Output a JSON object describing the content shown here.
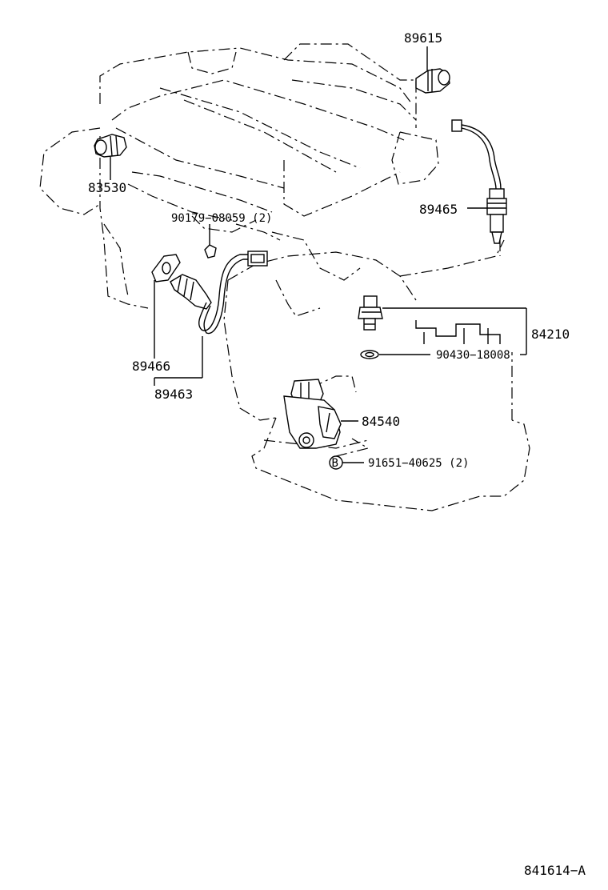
{
  "diagram": {
    "parts": [
      {
        "id": "p89615",
        "number": "89615"
      },
      {
        "id": "p83530",
        "number": "83530"
      },
      {
        "id": "p89465",
        "number": "89465"
      },
      {
        "id": "p90179",
        "number": "90179−08059 (2)"
      },
      {
        "id": "p84210",
        "number": "84210"
      },
      {
        "id": "p90430",
        "number": "90430−18008"
      },
      {
        "id": "p89466",
        "number": "89466"
      },
      {
        "id": "p89463",
        "number": "89463"
      },
      {
        "id": "p84540",
        "number": "84540"
      },
      {
        "id": "p91651",
        "number": "91651−40625 (2)"
      }
    ],
    "bolt_marker": "B",
    "figure_id": "841614−A"
  }
}
